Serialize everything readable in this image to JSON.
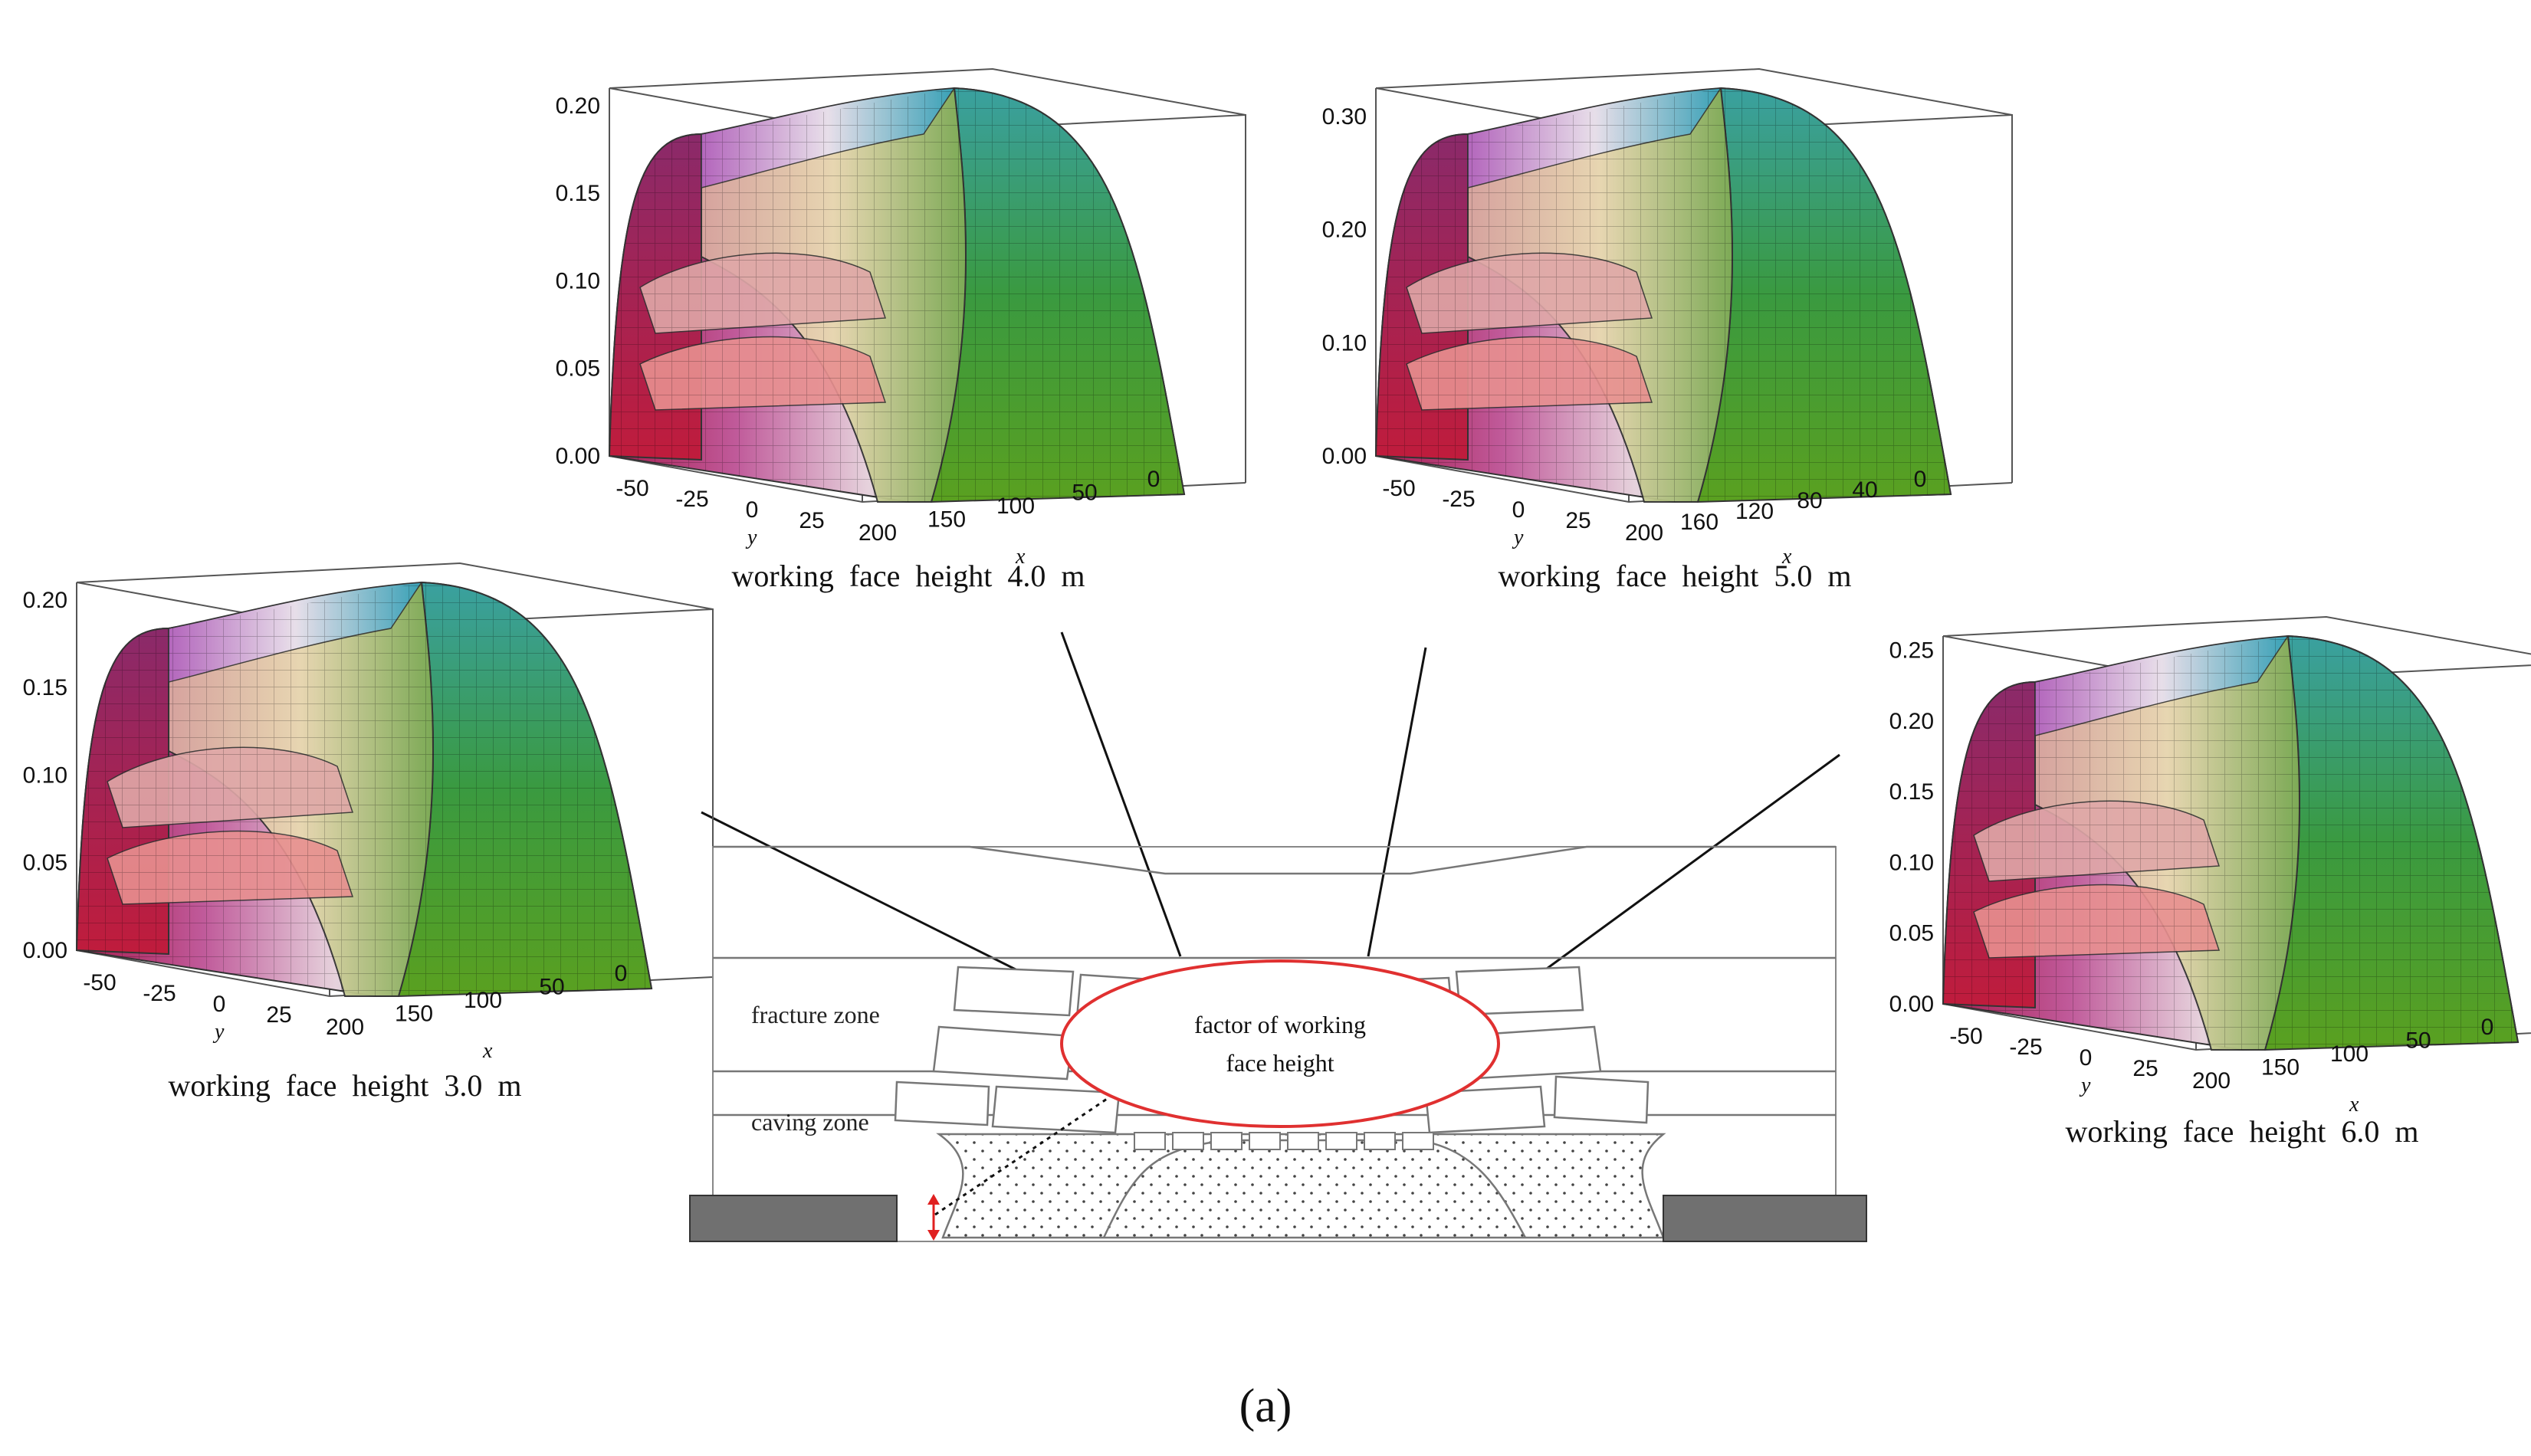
{
  "figure_label": "(a)",
  "colors": {
    "surface_left": "#b0245a",
    "surface_mid": "#d8b8c8",
    "surface_right": "#2e8a3a",
    "ellipse_stroke": "#e03030",
    "arrow": "#e02020",
    "coal_seam": "#707070"
  },
  "central_diagram": {
    "fracture_label": "fracture zone",
    "caving_label": "caving zone",
    "factor_line1": "factor of working",
    "factor_line2": "face height"
  },
  "plots": [
    {
      "id": "h3",
      "caption": "working face height 3.0 m",
      "z_ticks": [
        "0.00",
        "0.05",
        "0.10",
        "0.15",
        "0.20"
      ],
      "y_ticks": [
        "-50",
        "-25",
        "0",
        "25"
      ],
      "x_ticks": [
        "200",
        "150",
        "100",
        "50",
        "0"
      ],
      "y_label": "y",
      "x_label": "x"
    },
    {
      "id": "h4",
      "caption": "working face height 4.0 m",
      "z_ticks": [
        "0.00",
        "0.05",
        "0.10",
        "0.15",
        "0.20"
      ],
      "y_ticks": [
        "-50",
        "-25",
        "0",
        "25"
      ],
      "x_ticks": [
        "200",
        "150",
        "100",
        "50",
        "0"
      ],
      "y_label": "y",
      "x_label": "x"
    },
    {
      "id": "h5",
      "caption": "working face height 5.0 m",
      "z_ticks": [
        "0.00",
        "0.10",
        "0.20",
        "0.30"
      ],
      "y_ticks": [
        "-50",
        "-25",
        "0",
        "25"
      ],
      "x_ticks": [
        "200",
        "160",
        "120",
        "80",
        "40",
        "0"
      ],
      "y_label": "y",
      "x_label": "x"
    },
    {
      "id": "h6",
      "caption": "working face height 6.0 m",
      "z_ticks": [
        "0.00",
        "0.05",
        "0.10",
        "0.15",
        "0.20",
        "0.25"
      ],
      "y_ticks": [
        "-50",
        "-25",
        "0",
        "25"
      ],
      "x_ticks": [
        "200",
        "150",
        "100",
        "50",
        "0"
      ],
      "y_label": "y",
      "x_label": "x"
    }
  ]
}
